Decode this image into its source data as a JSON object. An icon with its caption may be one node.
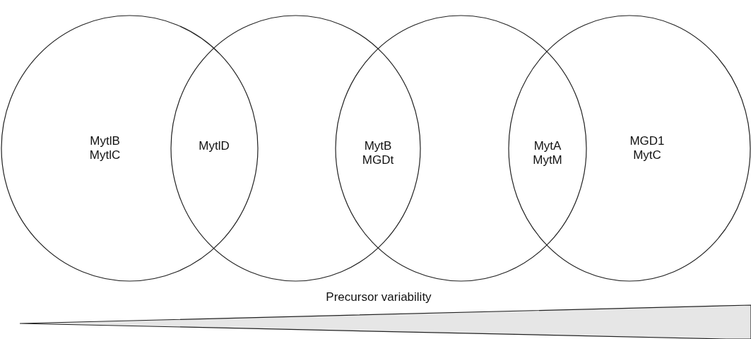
{
  "diagram": {
    "nodes": [
      {
        "text": [
          "MytlB MytlC"
        ]
      },
      {
        "text": [],
        "shape": "circle"
      },
      {
        "text": [],
        "shape": "circle"
      },
      {
        "text": [
          "MGD1 MytC"
        ]
      }
    ],
    "labels": [
      "MytlD",
      "MytB MGDt",
      "MytA MytM",
      "Precursor variability"
    ]
  }
}
